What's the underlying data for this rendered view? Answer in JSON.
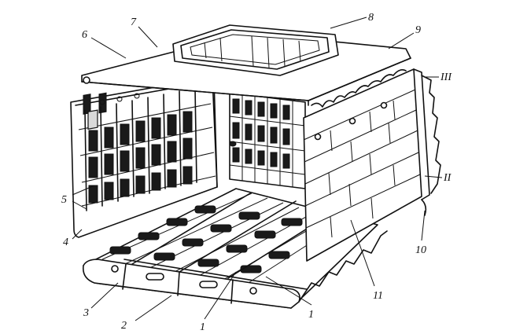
{
  "callouts": [
    {
      "id": "1",
      "text": "1"
    },
    {
      "id": "2",
      "text": "2"
    },
    {
      "id": "3",
      "text": "3"
    },
    {
      "id": "4",
      "text": "4"
    },
    {
      "id": "5",
      "text": "5"
    },
    {
      "id": "6",
      "text": "6"
    },
    {
      "id": "7",
      "text": "7"
    },
    {
      "id": "8",
      "text": "8"
    },
    {
      "id": "9",
      "text": "9"
    },
    {
      "id": "10",
      "text": "10"
    },
    {
      "id": "11",
      "text": "11"
    }
  ],
  "section_marks": {
    "upper": "III",
    "lower": "II"
  }
}
